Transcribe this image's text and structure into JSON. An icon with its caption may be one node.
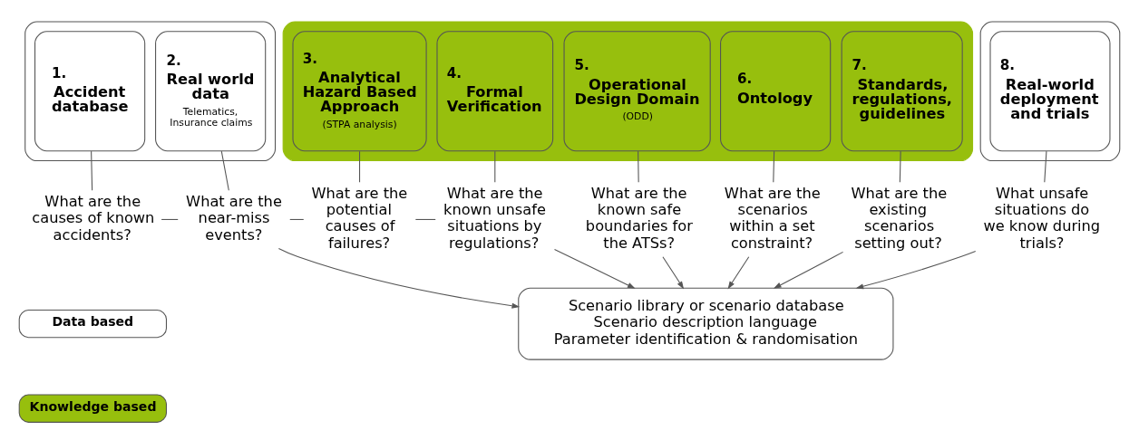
{
  "diagram": {
    "nodes": [
      {
        "text": [],
        "shape": "box"
      },
      {
        "text": [
          "1.",
          "Accident database"
        ],
        "in": 0
      },
      {
        "text": [
          "2.",
          "Real world data",
          "Telematics, Insurance claims"
        ],
        "in": 0
      },
      {
        "text": [],
        "shape": "box"
      },
      {
        "text": [
          "3.",
          "Analytical Hazard Based Approach",
          "(STPA analysis)"
        ],
        "in": 3
      },
      {
        "text": [
          "4.",
          "Formal Verification"
        ],
        "in": 3
      },
      {
        "text": [
          "5.",
          "Operational Design Domain",
          "(ODD)"
        ],
        "in": 3
      },
      {
        "text": [
          "6.",
          "Ontology"
        ],
        "in": 3
      },
      {
        "text": [
          "7.",
          "Standards, regulations, guidelines"
        ],
        "in": 3
      },
      {
        "text": [],
        "shape": "box"
      },
      {
        "text": [
          "8.",
          "Real-world deployment and trials"
        ],
        "in": 9
      },
      {
        "text": [
          "What are the causes of known accidents?"
        ]
      },
      {
        "text": [
          "What are the near-miss events?"
        ]
      },
      {
        "text": [
          "What are the potential causes of failures?"
        ]
      },
      {
        "text": [
          "What are the known unsafe situations by regulations?"
        ]
      },
      {
        "text": [
          "What are the known safe boundaries for the ATSs?"
        ]
      },
      {
        "text": [
          "What are the scenarios within a set constraint?"
        ]
      },
      {
        "text": [
          "What are the existing scenarios setting out?"
        ]
      },
      {
        "text": [
          "What unsafe situations do we know during trials?"
        ]
      },
      {
        "text": [
          "Scenario library or scenario database",
          "Scenario description language",
          "Parameter identification & randomisation"
        ]
      }
    ],
    "edges": [
      {
        "from": 1,
        "to": 11,
        "arrow": "none"
      },
      {
        "from": 2,
        "to": 12,
        "arrow": "none"
      },
      {
        "from": 4,
        "to": 13,
        "arrow": "none"
      },
      {
        "from": 5,
        "to": 14,
        "arrow": "none"
      },
      {
        "from": 6,
        "to": 15,
        "arrow": "none"
      },
      {
        "from": 7,
        "to": 16,
        "arrow": "none"
      },
      {
        "from": 8,
        "to": 17,
        "arrow": "none"
      },
      {
        "from": 10,
        "to": 18,
        "arrow": "none"
      },
      {
        "from": 11,
        "to": 12,
        "arrow": "none"
      },
      {
        "from": 12,
        "to": 13,
        "arrow": "none"
      },
      {
        "from": 13,
        "to": 14,
        "arrow": "none"
      },
      {
        "from": 12,
        "to": 19,
        "arrow": "to"
      },
      {
        "from": 14,
        "to": 19,
        "arrow": "to"
      },
      {
        "from": 15,
        "to": 19,
        "arrow": "to"
      },
      {
        "from": 16,
        "to": 19,
        "arrow": "to"
      },
      {
        "from": 17,
        "to": 19,
        "arrow": "to"
      },
      {
        "from": 18,
        "to": 19,
        "arrow": "to"
      }
    ],
    "legend": [
      {
        "text": "Data based",
        "color": "#ffffff"
      },
      {
        "text": "Knowledge based",
        "color": "#97bf0d"
      }
    ]
  }
}
